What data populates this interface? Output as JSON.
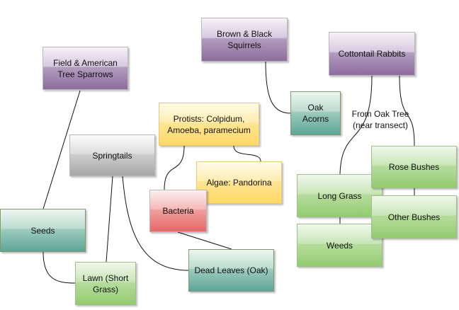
{
  "nodes": {
    "sparrows": {
      "label": "Field & American Tree Sparrows",
      "color": "#8d6c9e"
    },
    "squirrels": {
      "label": "Brown & Black Squirrels",
      "color": "#8d6c9e"
    },
    "rabbits": {
      "label": "Cottontail Rabbits",
      "color": "#8d6c9e"
    },
    "acorns": {
      "label": "Oak Acorns",
      "color": "#5ea697"
    },
    "protists": {
      "label": "Protists: Colpidum, Amoeba, paramecium",
      "color": "#ffd865"
    },
    "springtails": {
      "label": "Springtails",
      "color": "#a7a7a7"
    },
    "algae": {
      "label": "Algae: Pandorina",
      "color": "#ffd865"
    },
    "bacteria": {
      "label": "Bacteria",
      "color": "#e76868"
    },
    "seeds": {
      "label": "Seeds",
      "color": "#5ea697"
    },
    "lawn": {
      "label": "Lawn (Short Grass)",
      "color": "#93cb70"
    },
    "deadleaves": {
      "label": "Dead Leaves (Oak)",
      "color": "#5ea697"
    },
    "longgrass": {
      "label": "Long Grass",
      "color": "#93cb70"
    },
    "weeds": {
      "label": "Weeds",
      "color": "#93cb70"
    },
    "rose": {
      "label": "Rose Bushes",
      "color": "#93cb70"
    },
    "otherbushes": {
      "label": "Other Bushes",
      "color": "#93cb70"
    }
  },
  "edge_label": "From Oak Tree (near transect)",
  "edges": [
    [
      "sparrows",
      "seeds"
    ],
    [
      "squirrels",
      "acorns"
    ],
    [
      "rabbits",
      "longgrass"
    ],
    [
      "rabbits",
      "rose"
    ],
    [
      "springtails",
      "lawn"
    ],
    [
      "springtails",
      "deadleaves"
    ],
    [
      "protists",
      "bacteria"
    ],
    [
      "protists",
      "algae"
    ],
    [
      "bacteria",
      "deadleaves"
    ],
    [
      "seeds",
      "lawn"
    ],
    [
      "longgrass",
      "weeds"
    ],
    [
      "rose",
      "otherbushes"
    ]
  ]
}
